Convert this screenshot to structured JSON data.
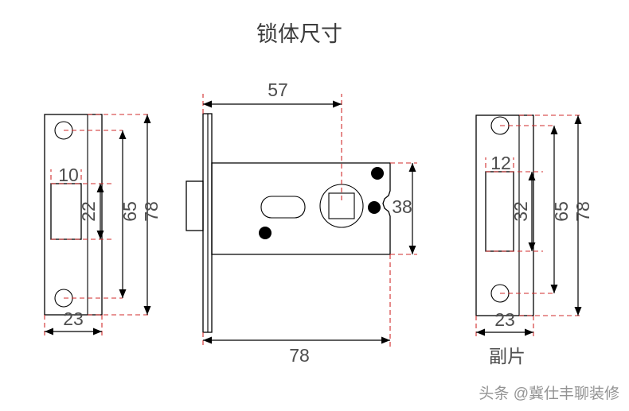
{
  "sheet": {
    "title": "锁体尺寸",
    "background_color": "#ffffff",
    "line_color": "#000000",
    "extension_line_color": "#d02b2b",
    "dimension_text_color": "#4d4d4d",
    "watermark": "头条 @冀仕丰聊装修"
  },
  "views": {
    "left_plate": {
      "caption": "",
      "dimensions": {
        "slot_width": "10",
        "slot_height": "22",
        "hole_spacing": "65",
        "overall_height": "78",
        "overall_width": "23"
      }
    },
    "lock_body": {
      "caption": "",
      "dimensions": {
        "backset": "57",
        "case_height": "38",
        "overall_length": "78"
      }
    },
    "right_plate": {
      "caption": "副片",
      "dimensions": {
        "slot_width": "12",
        "slot_height": "32",
        "hole_spacing": "65",
        "overall_height": "78",
        "overall_width": "23"
      }
    }
  }
}
